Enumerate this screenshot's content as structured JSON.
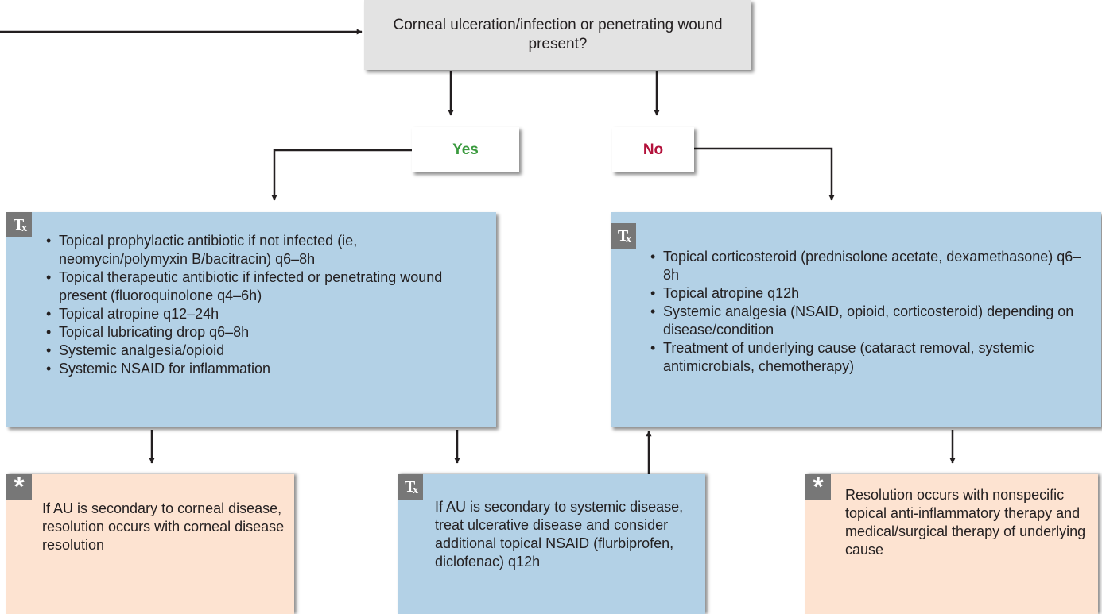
{
  "question": "Corneal ulceration/infection or penetrating wound present?",
  "yes_label": "Yes",
  "no_label": "No",
  "colors": {
    "question_bg": "#e3e3e3",
    "treatment_bg": "#b3d1e6",
    "note_bg": "#fde3d1",
    "yes_text": "#3a9a3e",
    "no_text": "#b3123b",
    "badge": "#777777"
  },
  "badges": {
    "tx_main": "T",
    "tx_sub": "x",
    "star": "*"
  },
  "treatment_yes": {
    "items": [
      "Topical prophylactic antibiotic if not infected (ie, neomycin/polymyxin B/bacitracin) q6–8h",
      "Topical therapeutic antibiotic if infected or penetrating wound present (fluoroquinolone q4–6h)",
      "Topical atropine q12–24h",
      "Topical lubricating drop q6–8h",
      "Systemic analgesia/opioid",
      "Systemic NSAID for inflammation"
    ]
  },
  "treatment_no": {
    "items": [
      "Topical corticosteroid (prednisolone acetate, dexamethasone) q6–8h",
      "Topical atropine q12h",
      "Systemic analgesia (NSAID, opioid, corticosteroid) depending on disease/condition",
      "Treatment of underlying cause (cataract removal, systemic antimicrobials, chemotherapy)"
    ]
  },
  "note_left": "If AU is secondary to corneal disease, resolution occurs with corneal disease resolution",
  "treatment_mid": "If AU is secondary to systemic disease, treat ulcerative disease and consider additional topical NSAID (flurbiprofen, diclofenac) q12h",
  "note_right": "Resolution occurs with nonspecific topical anti-inflammatory therapy and medical/surgical therapy of underlying cause"
}
